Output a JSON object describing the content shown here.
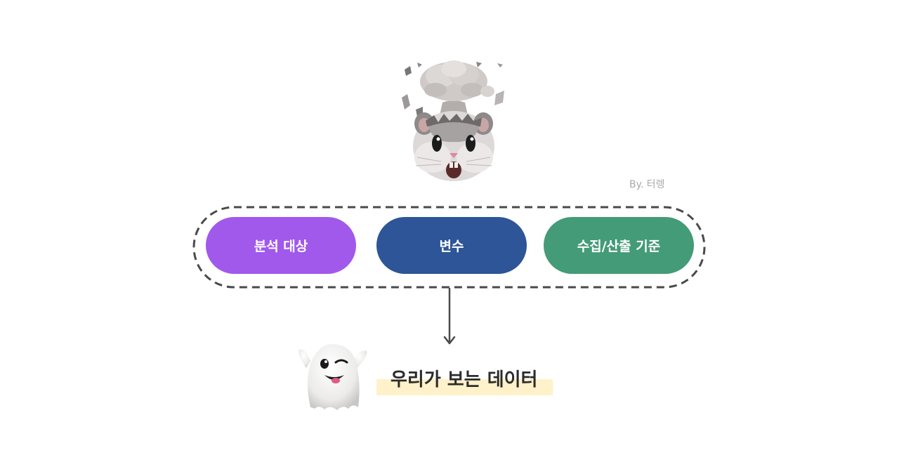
{
  "credit": "By. 터렝",
  "categories": [
    {
      "label": "분석 대상",
      "color": "#a159ec"
    },
    {
      "label": "변수",
      "color": "#2d5597"
    },
    {
      "label": "수집/산출 기준",
      "color": "#449b78"
    }
  ],
  "result": {
    "label": "우리가 보는 데이터",
    "highlight_color": "#fff1c9"
  },
  "icons": {
    "top": "exploding-head-hamster-icon",
    "bottom": "winking-ghost-icon",
    "connector": "down-arrow-icon"
  },
  "colors": {
    "border": "#4a4a4a",
    "text": "#2b2b2b",
    "credit": "#a8a8a8"
  }
}
